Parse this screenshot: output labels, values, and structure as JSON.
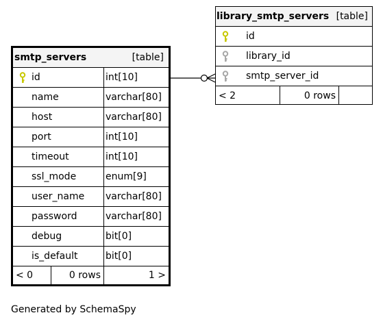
{
  "colors": {
    "primary_key": "#c8c800",
    "foreign_key": "#a8a8a8",
    "header_bg": "#f4f4f4",
    "border": "#000000"
  },
  "smtp_servers": {
    "name": "smtp_servers",
    "type": "[table]",
    "columns": [
      {
        "name": "id",
        "type": "int[10]",
        "icon": "primary-key-icon"
      },
      {
        "name": "name",
        "type": "varchar[80]"
      },
      {
        "name": "host",
        "type": "varchar[80]"
      },
      {
        "name": "port",
        "type": "int[10]"
      },
      {
        "name": "timeout",
        "type": "int[10]"
      },
      {
        "name": "ssl_mode",
        "type": "enum[9]"
      },
      {
        "name": "user_name",
        "type": "varchar[80]"
      },
      {
        "name": "password",
        "type": "varchar[80]"
      },
      {
        "name": "debug",
        "type": "bit[0]"
      },
      {
        "name": "is_default",
        "type": "bit[0]"
      }
    ],
    "footer": {
      "parents": "< 0",
      "rows": "0 rows",
      "children": "1 >"
    }
  },
  "library_smtp_servers": {
    "name": "library_smtp_servers",
    "type": "[table]",
    "columns": [
      {
        "name": "id",
        "icon": "primary-key-icon"
      },
      {
        "name": "library_id",
        "icon": "foreign-key-icon"
      },
      {
        "name": "smtp_server_id",
        "icon": "foreign-key-icon"
      }
    ],
    "footer": {
      "parents": "< 2",
      "rows": "0 rows",
      "children": ""
    }
  },
  "generated_by": "Generated by SchemaSpy"
}
